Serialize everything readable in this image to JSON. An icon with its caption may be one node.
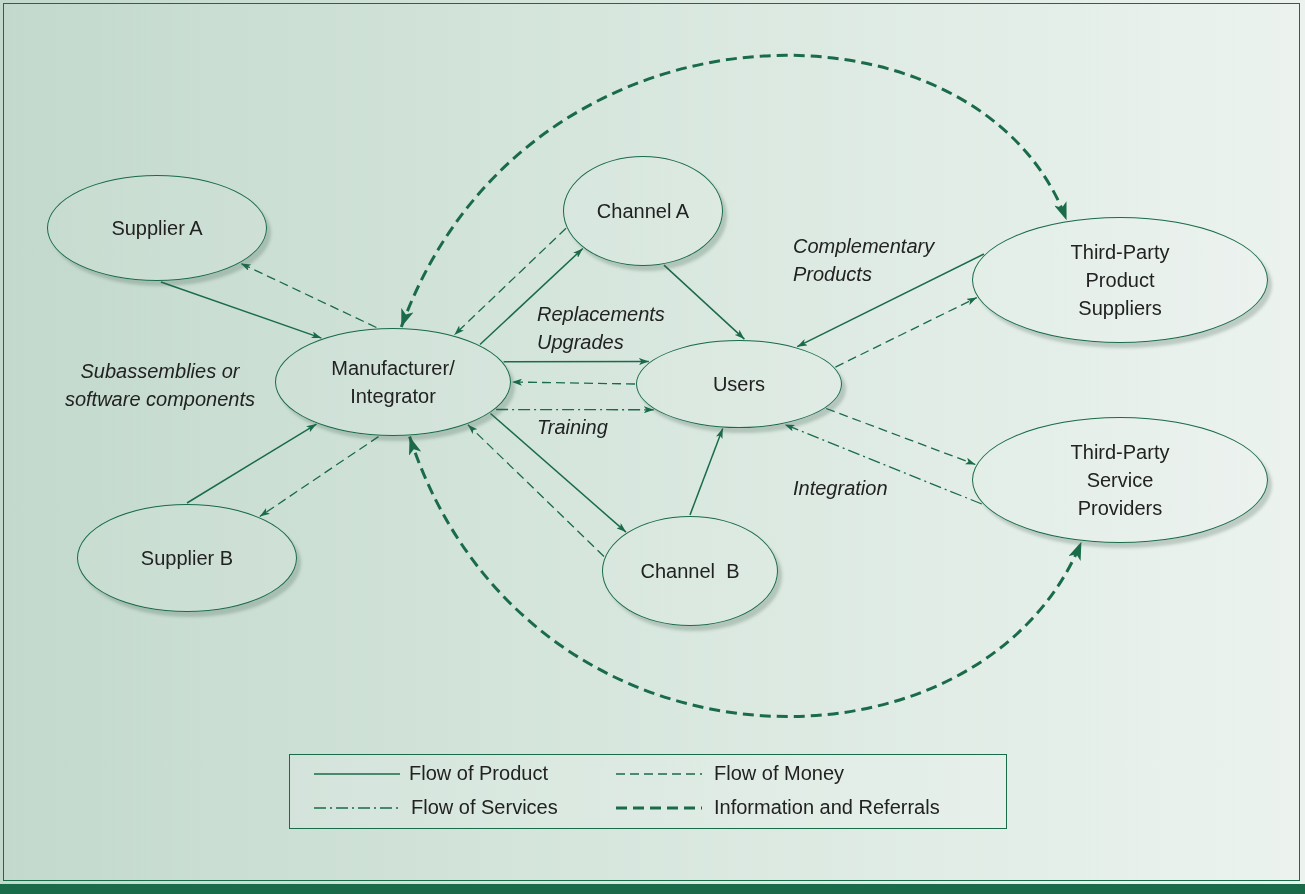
{
  "diagram": {
    "nodes": [
      {
        "text": [
          "Supplier A"
        ]
      },
      {
        "text": [
          "Channel A"
        ]
      },
      {
        "text": [
          "Third-Party Product Suppliers"
        ]
      },
      {
        "text": [
          "Manufacturer/ Integrator"
        ]
      },
      {
        "text": [
          "Users"
        ]
      },
      {
        "text": [
          "Third-Party Service Providers"
        ]
      },
      {
        "text": [
          "Supplier B"
        ]
      },
      {
        "text": [
          "Channel  B"
        ]
      }
    ],
    "edges": [
      {
        "from": 0,
        "to": 3,
        "arrow": "to"
      },
      {
        "from": 3,
        "to": 0,
        "arrow": "to",
        "style": "dashed"
      },
      {
        "from": 6,
        "to": 3,
        "arrow": "to"
      },
      {
        "from": 3,
        "to": 6,
        "arrow": "to",
        "style": "dashed"
      },
      {
        "from": 3,
        "to": 1,
        "arrow": "to"
      },
      {
        "from": 1,
        "to": 3,
        "arrow": "to",
        "style": "dashed"
      },
      {
        "from": 3,
        "to": 4,
        "arrow": "to",
        "label": "Replacements Upgrades"
      },
      {
        "from": 4,
        "to": 3,
        "arrow": "to",
        "style": "dashed"
      },
      {
        "from": 3,
        "to": 4,
        "arrow": "to",
        "style": "dashed",
        "label": "Training"
      },
      {
        "from": 3,
        "to": 7,
        "arrow": "to"
      },
      {
        "from": 7,
        "to": 3,
        "arrow": "to",
        "style": "dashed"
      },
      {
        "from": 1,
        "to": 4,
        "arrow": "to"
      },
      {
        "from": 7,
        "to": 4,
        "arrow": "to"
      },
      {
        "from": 2,
        "to": 4,
        "arrow": "to",
        "label": "Complementary Products"
      },
      {
        "from": 4,
        "to": 2,
        "arrow": "to",
        "style": "dashed"
      },
      {
        "from": 4,
        "to": 5,
        "arrow": "to",
        "style": "dashed"
      },
      {
        "from": 5,
        "to": 4,
        "arrow": "to",
        "style": "dashed",
        "label": "Integration"
      },
      {
        "from": 3,
        "to": 2,
        "arrow": "both",
        "style": "dashed"
      },
      {
        "from": 3,
        "to": 5,
        "arrow": "both",
        "style": "dashed"
      }
    ],
    "labels": [
      "Subassemblies or software components"
    ],
    "legend": [
      {
        "text": "Flow of Product"
      },
      {
        "text": "Flow of Money"
      },
      {
        "text": "Flow of Services"
      },
      {
        "text": "Information and Referrals"
      }
    ]
  }
}
